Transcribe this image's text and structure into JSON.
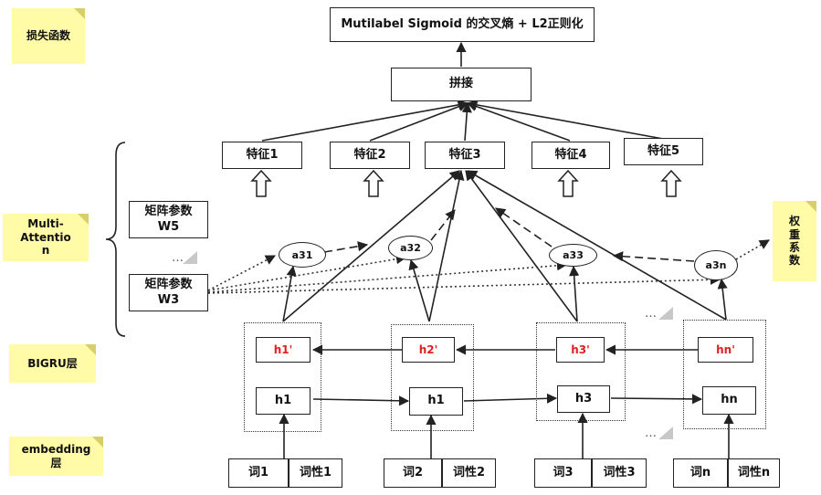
{
  "notes": {
    "loss": "损失函数",
    "multi_attention": "Multi-\nAttentio\nn",
    "bigru": "BIGRU层",
    "embedding": "embedding\n层",
    "weight": "权\n重\n系\n数"
  },
  "top": {
    "loss_box": "Mutilabel Sigmoid 的交叉熵 + L2正则化",
    "concat": "拼接"
  },
  "features": [
    "特征1",
    "特征2",
    "特征3",
    "特征4",
    "特征5"
  ],
  "matrices": [
    "矩阵参数\nW5",
    "矩阵参数\nW3"
  ],
  "attention": [
    "a31",
    "a32",
    "a33",
    "a3n"
  ],
  "bigru_back": [
    "h1'",
    "h2'",
    "h3'",
    "hn'"
  ],
  "bigru_fwd": [
    "h1",
    "h1",
    "h3",
    "hn"
  ],
  "embedding": [
    {
      "word": "词1",
      "pos": "词性1"
    },
    {
      "word": "词2",
      "pos": "词性2"
    },
    {
      "word": "词3",
      "pos": "词性3"
    },
    {
      "word": "词n",
      "pos": "词性n"
    }
  ],
  "ellipsis": "…"
}
